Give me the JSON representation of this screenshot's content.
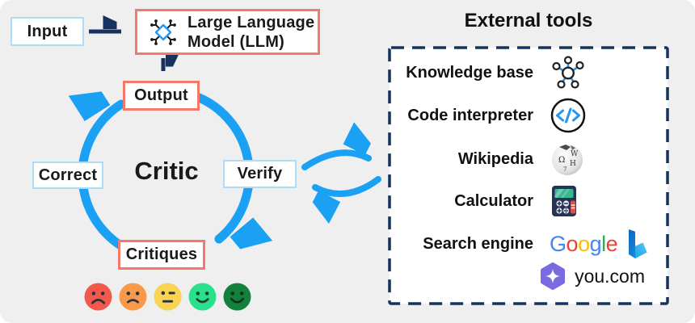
{
  "flow": {
    "input_label": "Input",
    "llm_label": "Large Language Model (LLM)"
  },
  "cycle": {
    "center_label": "Critic",
    "top_label": "Output",
    "right_label": "Verify",
    "bottom_label": "Critiques",
    "left_label": "Correct"
  },
  "feedback_faces": [
    {
      "name": "angry-face",
      "color": "#F2594B"
    },
    {
      "name": "sad-face",
      "color": "#F9994C"
    },
    {
      "name": "neutral-face",
      "color": "#FBD352"
    },
    {
      "name": "happy-face",
      "color": "#2BE08A"
    },
    {
      "name": "very-happy-face",
      "color": "#12813C"
    }
  ],
  "tools_panel": {
    "title": "External tools",
    "items": [
      {
        "label": "Knowledge base",
        "icon": "knowledge-graph-icon"
      },
      {
        "label": "Code interpreter",
        "icon": "code-interpreter-icon"
      },
      {
        "label": "Wikipedia",
        "icon": "wikipedia-globe-icon"
      },
      {
        "label": "Calculator",
        "icon": "calculator-icon"
      },
      {
        "label": "Search engine",
        "icon": "google-logo, bing-logo"
      }
    ],
    "google_letters": [
      "G",
      "o",
      "o",
      "g",
      "l",
      "e"
    ],
    "youcom_text": "you.com"
  },
  "colors": {
    "background": "#efefef",
    "cycle_blue": "#1ba1f4",
    "navy": "#16325f",
    "salmon_border": "#f4796b",
    "lightblue_border": "#aedcf8",
    "google_blue": "#4285F4",
    "google_red": "#EA4335",
    "google_yellow": "#FBBC05",
    "google_green": "#34A853",
    "bing_blue": "#1E9DE8",
    "youcom_purple": "#7A6BE0"
  }
}
